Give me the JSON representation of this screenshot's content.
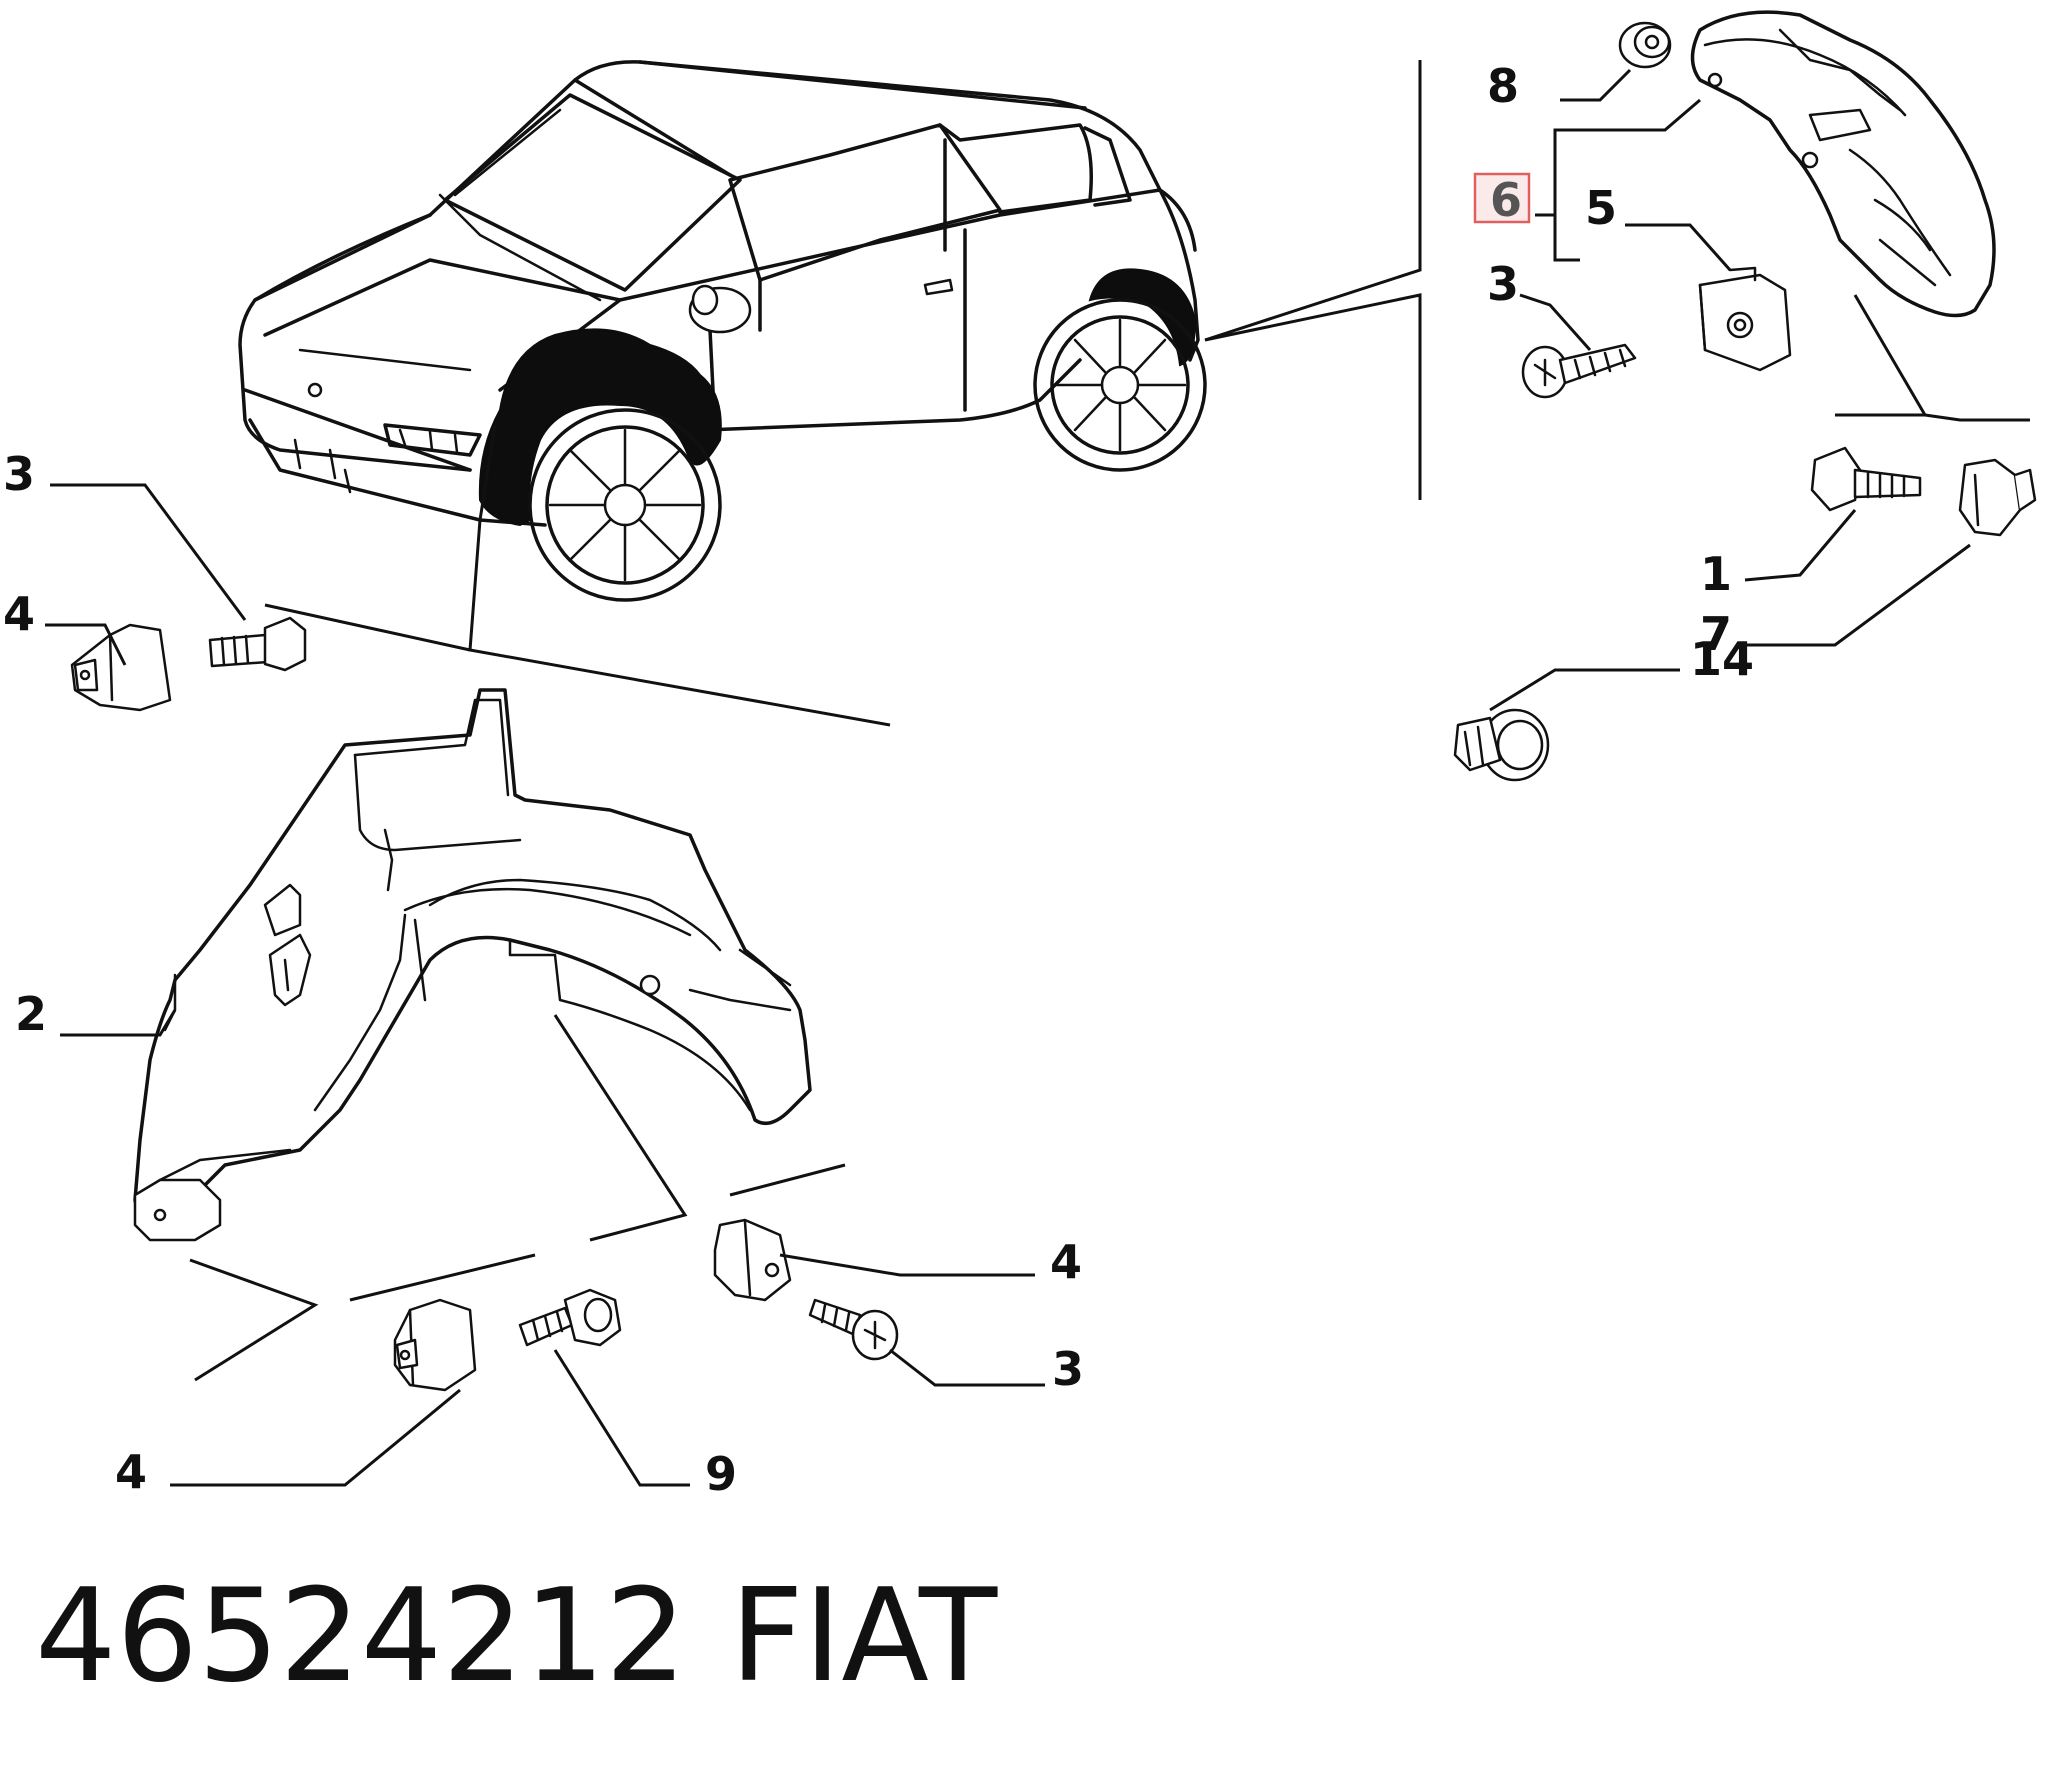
{
  "callouts": [
    {
      "id": "c8",
      "label": "8"
    },
    {
      "id": "c6",
      "label": "6",
      "highlighted": true
    },
    {
      "id": "c5",
      "label": "5"
    },
    {
      "id": "c3a",
      "label": "3"
    },
    {
      "id": "c1",
      "label": "1"
    },
    {
      "id": "c7",
      "label": "7"
    },
    {
      "id": "c14",
      "label": "14"
    },
    {
      "id": "c3b",
      "label": "3"
    },
    {
      "id": "c4a",
      "label": "4"
    },
    {
      "id": "c2",
      "label": "2"
    },
    {
      "id": "c4b",
      "label": "4"
    },
    {
      "id": "c3c",
      "label": "3"
    },
    {
      "id": "c4c",
      "label": "4"
    },
    {
      "id": "c9",
      "label": "9"
    }
  ],
  "footer": {
    "part_number": "46524212",
    "brand": "FIAT"
  },
  "colors": {
    "line": "#111111",
    "highlight_border": "#e06060",
    "highlight_fill": "#fbeaea"
  }
}
